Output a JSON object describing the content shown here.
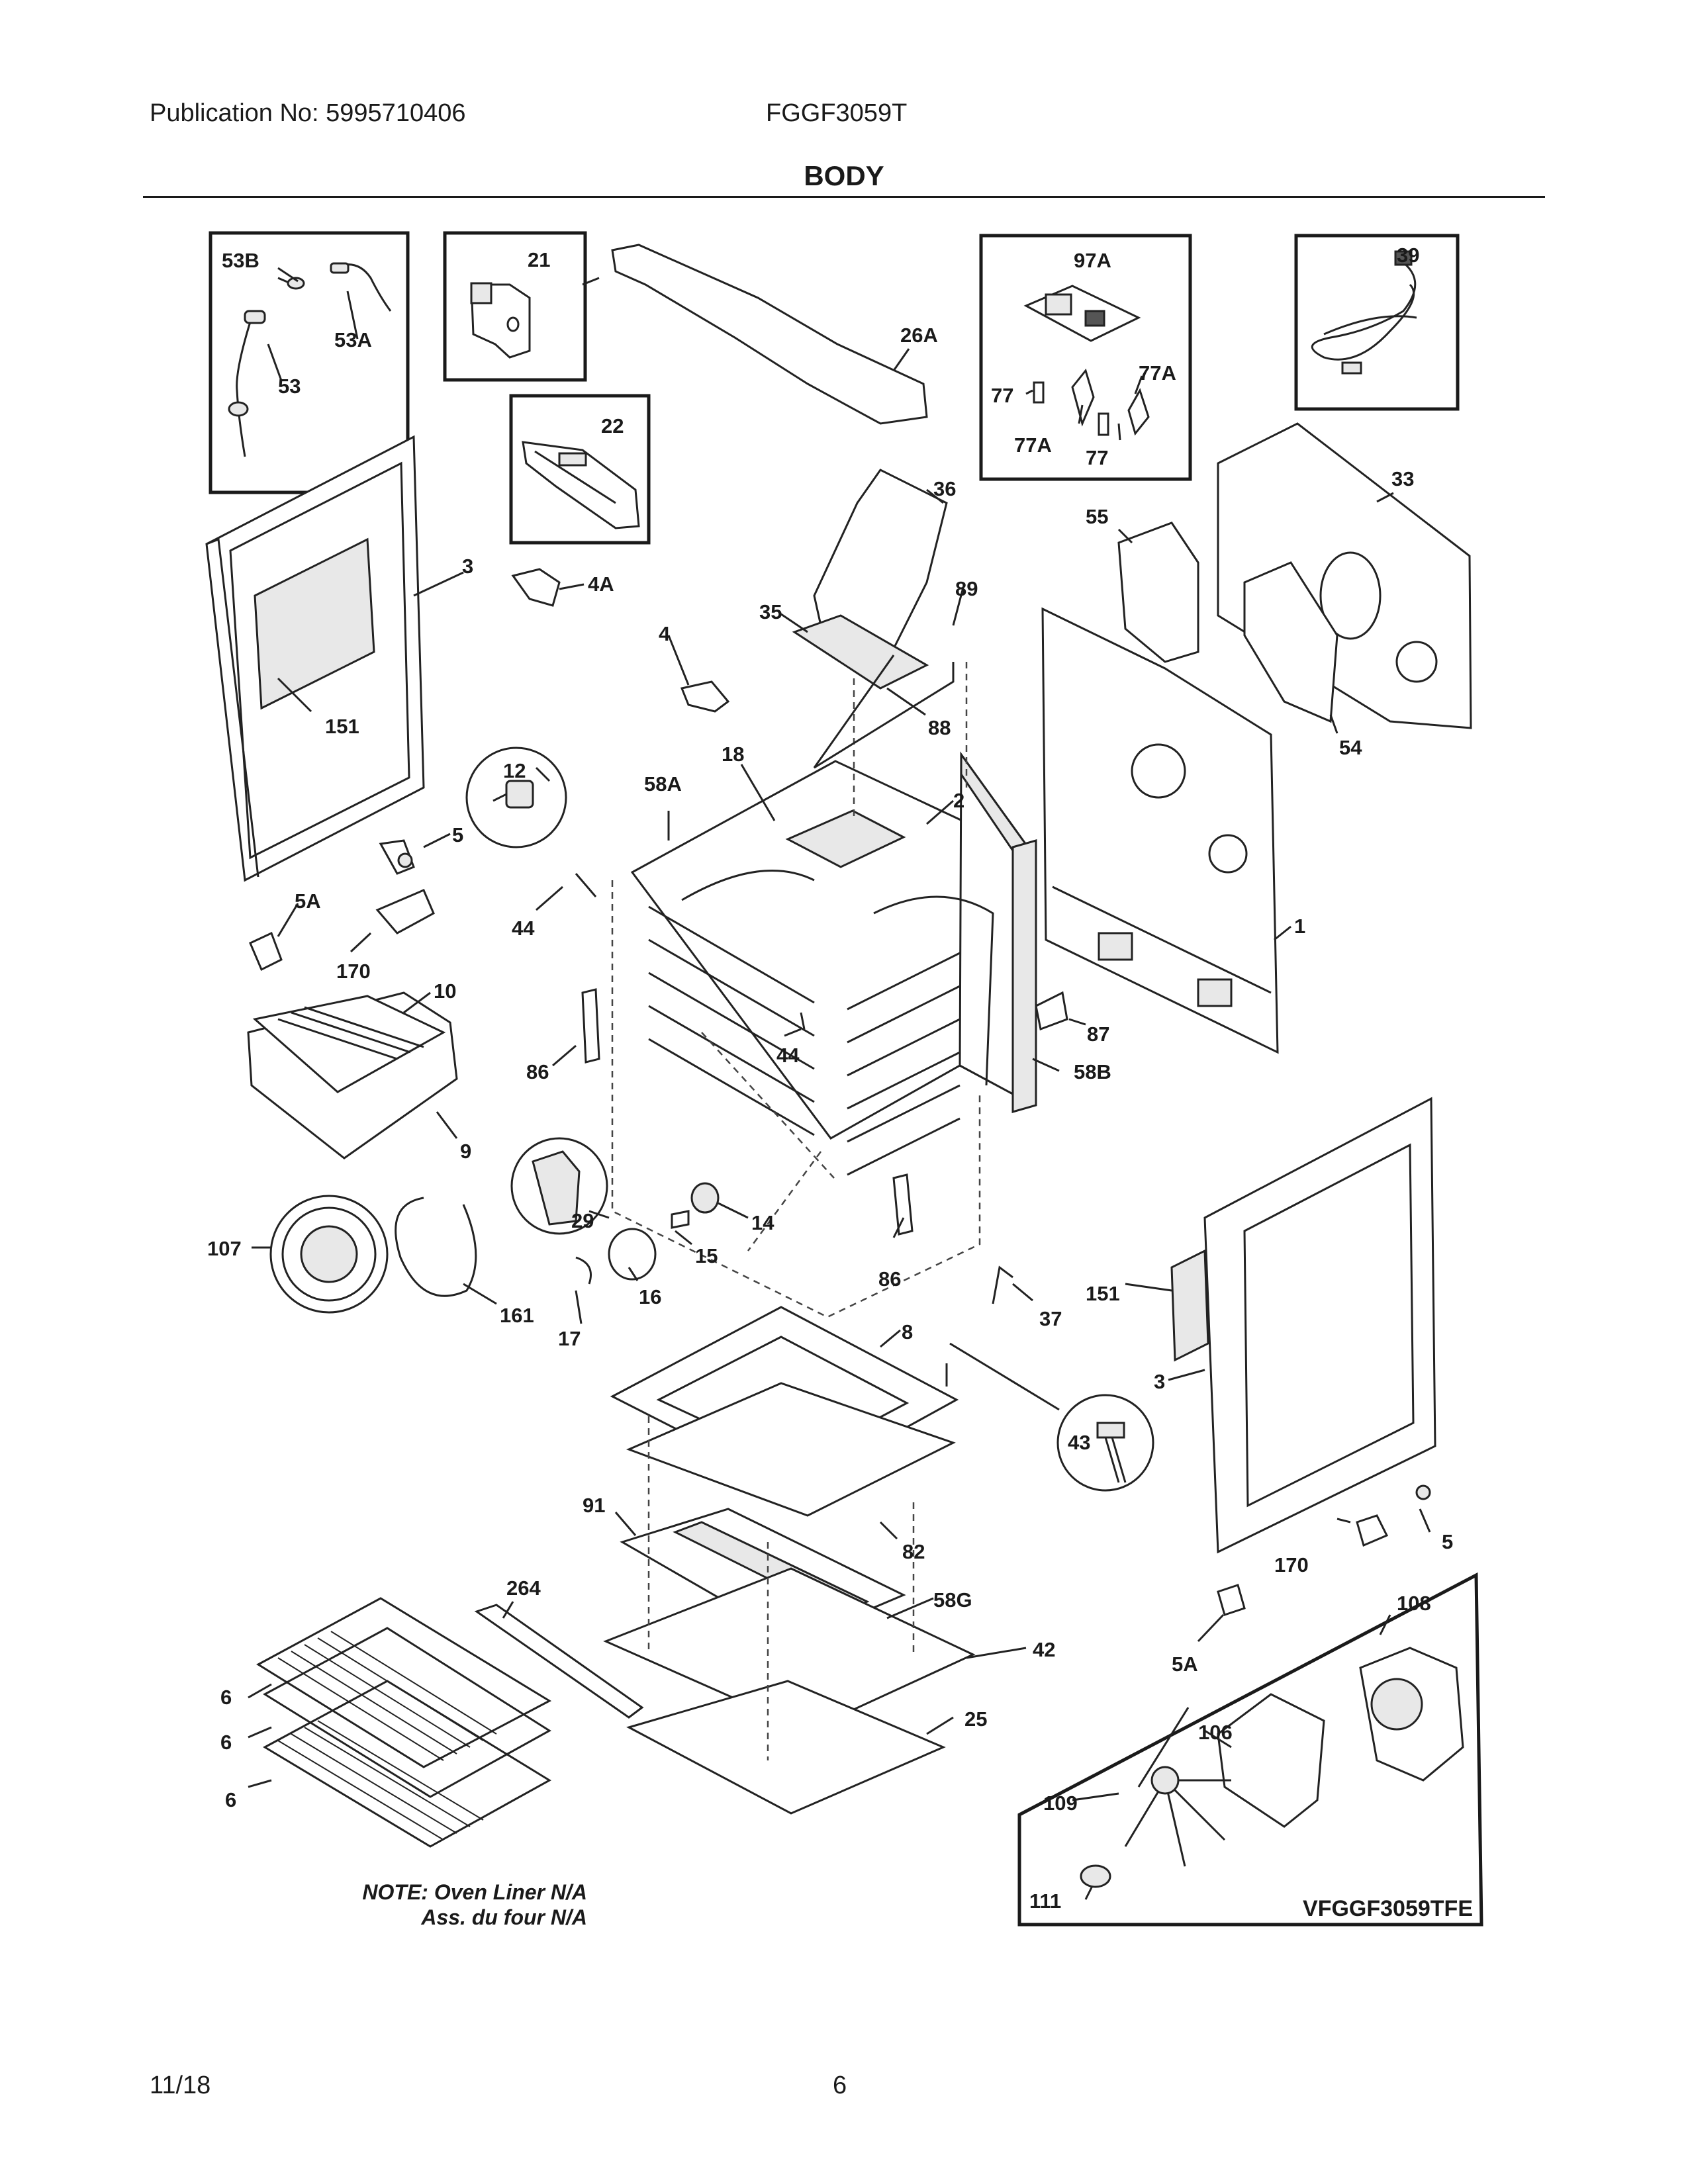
{
  "header": {
    "publication": "Publication No: 5995710406",
    "model": "FGGF3059T",
    "section_title": "BODY"
  },
  "footer": {
    "date": "11/18",
    "page_number": "6"
  },
  "diagram": {
    "note_line1": "NOTE: Oven Liner N/A",
    "note_line2": "Ass. du four N/A",
    "kit_code": "VFGGF3059TFE",
    "part_labels": [
      "53B",
      "53A",
      "53",
      "21",
      "26A",
      "22",
      "97A",
      "77",
      "77A",
      "77A",
      "77",
      "39",
      "33",
      "55",
      "36",
      "3",
      "4A",
      "4",
      "35",
      "89",
      "88",
      "151",
      "54",
      "12",
      "58A",
      "18",
      "2",
      "5",
      "44",
      "1",
      "5A",
      "170",
      "10",
      "87",
      "86",
      "44",
      "58B",
      "9",
      "29",
      "14",
      "107",
      "15",
      "86",
      "16",
      "161",
      "17",
      "37",
      "151",
      "8",
      "3",
      "43",
      "91",
      "82",
      "264",
      "58G",
      "170",
      "5",
      "42",
      "108",
      "6",
      "25",
      "5A",
      "6",
      "106",
      "6",
      "109",
      "111"
    ]
  }
}
